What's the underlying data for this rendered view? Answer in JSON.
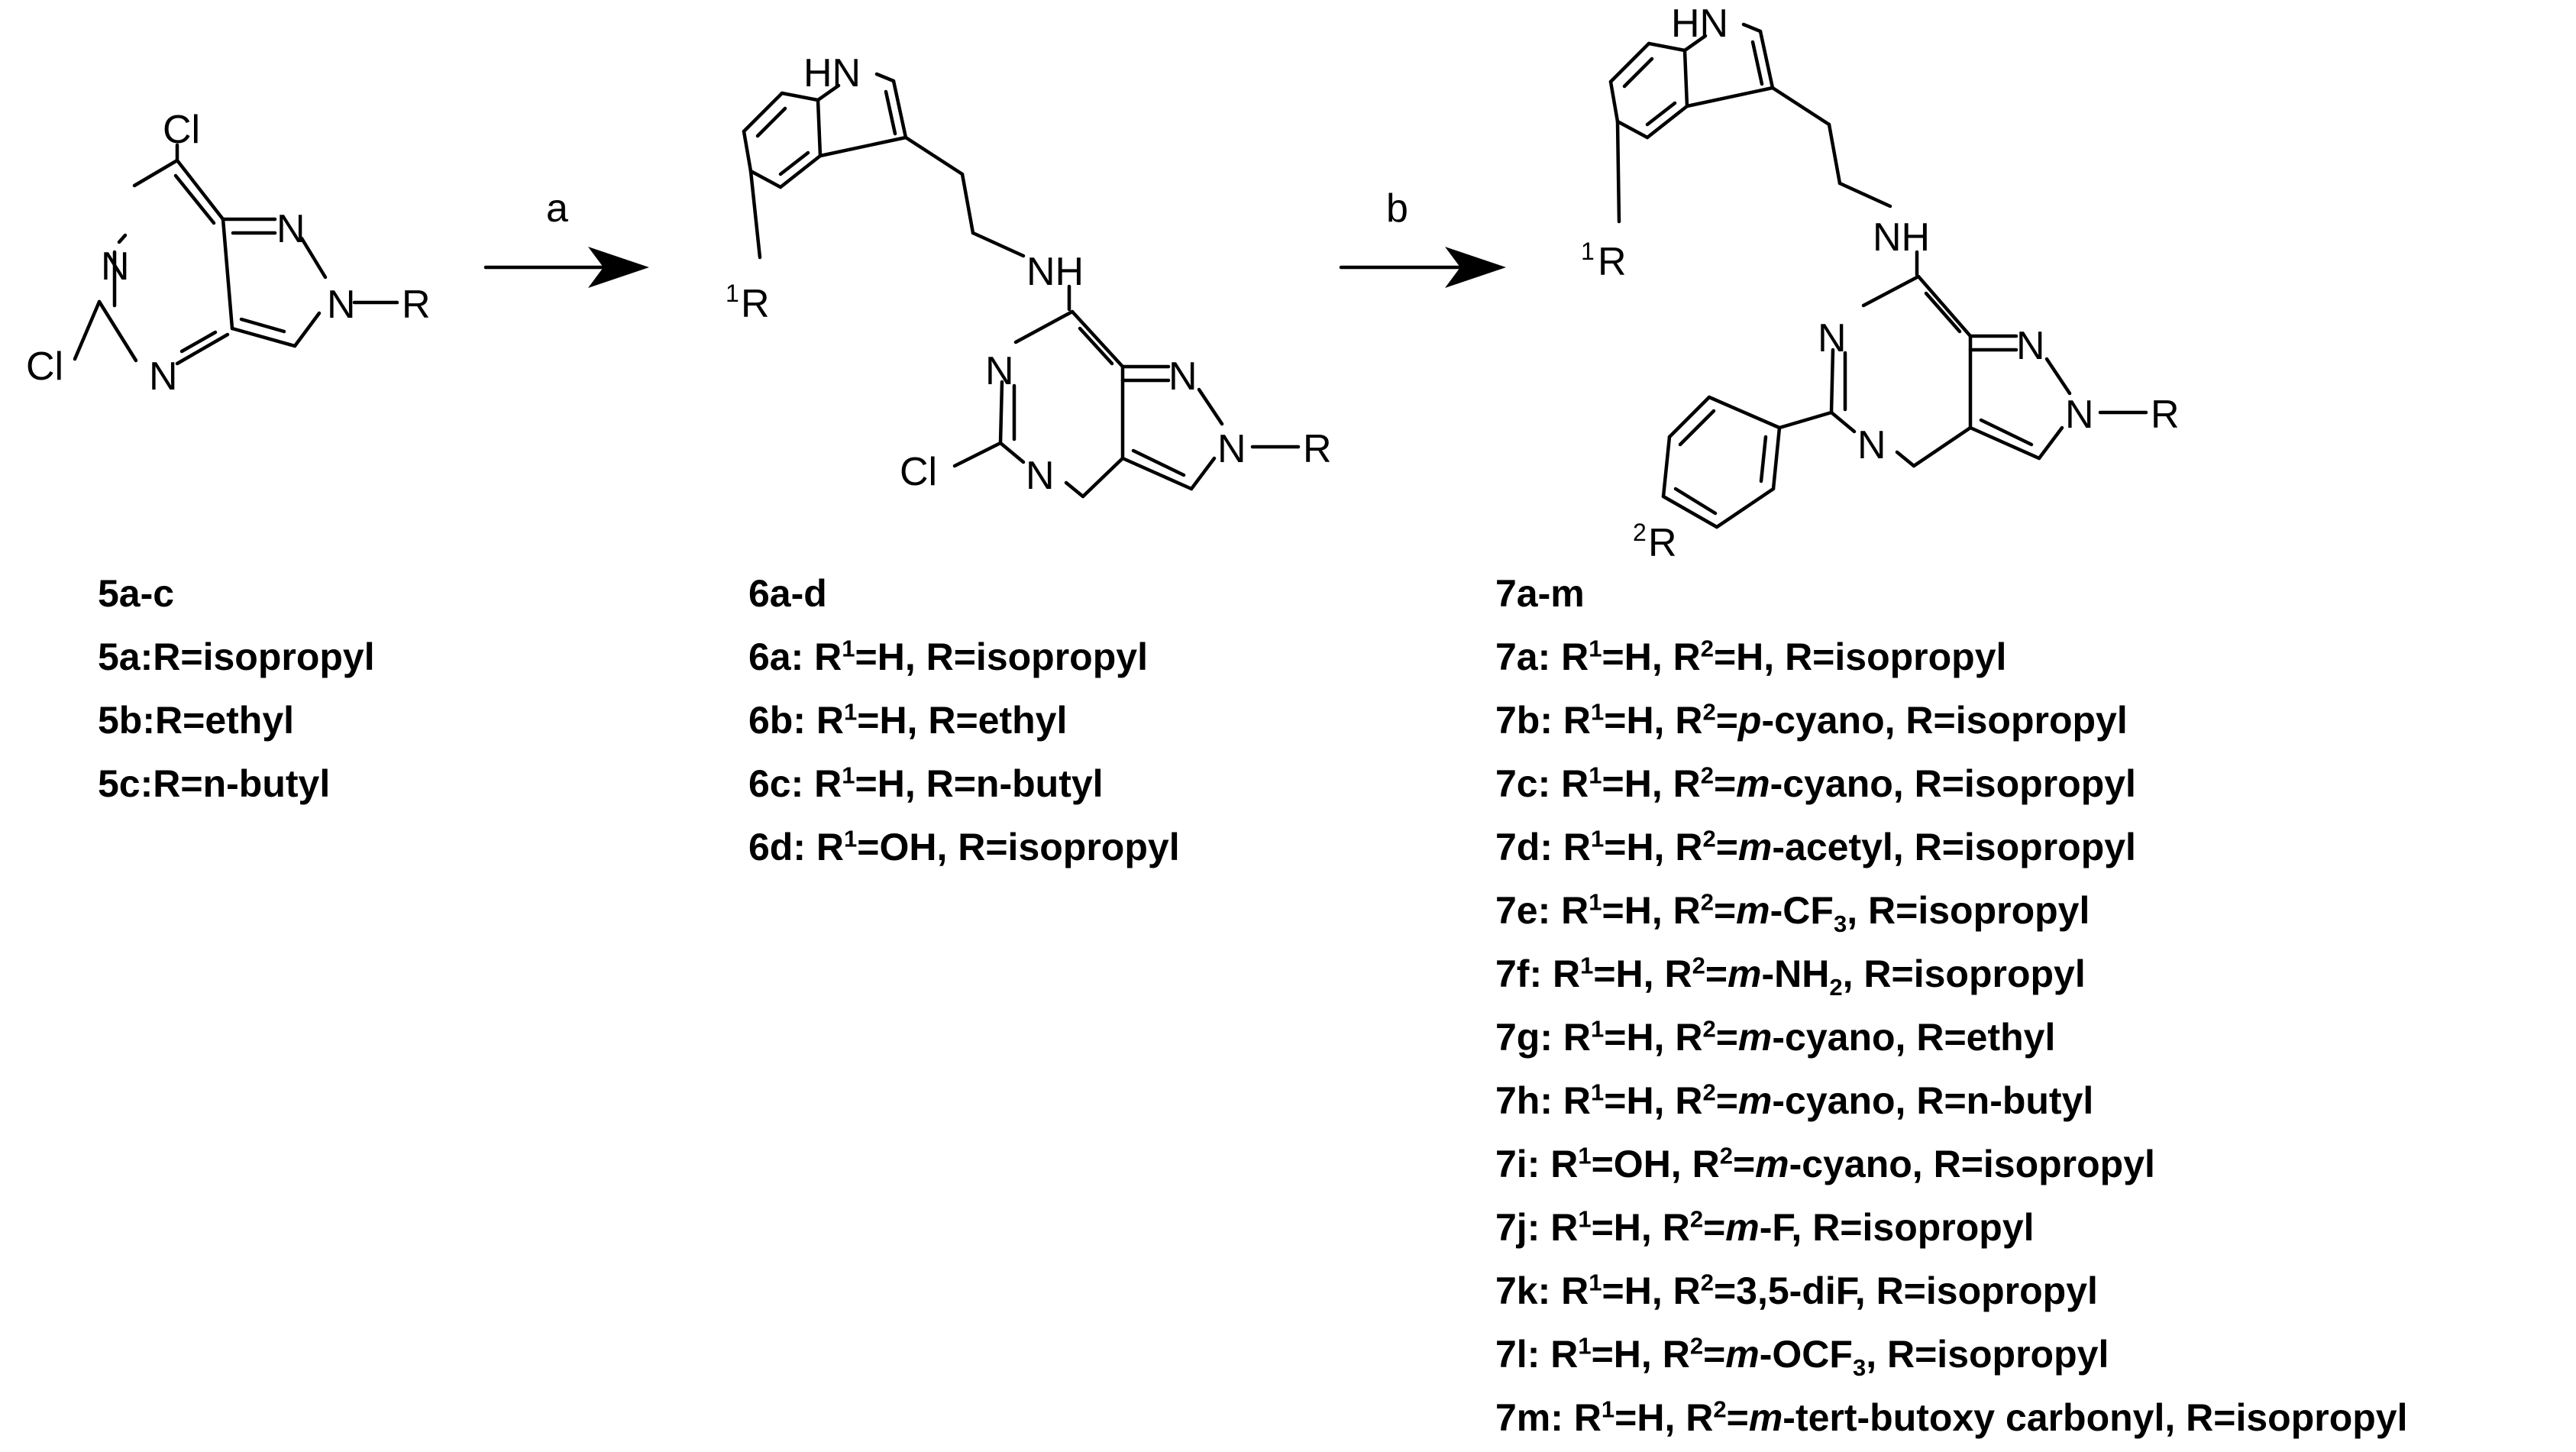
{
  "reagents": {
    "step_a": "a",
    "step_b": "b"
  },
  "atoms": {
    "cl": "Cl",
    "n": "N",
    "nh": "NH",
    "hn": "HN",
    "r": "R",
    "r1_sup": "1",
    "r2_sup": "2"
  },
  "compound5": {
    "header": "5a-c",
    "items": [
      {
        "id": "5a",
        "rest": ":R=isopropyl"
      },
      {
        "id": "5b",
        "rest": ":R=ethyl"
      },
      {
        "id": "5c",
        "rest": ":R=n-butyl"
      }
    ]
  },
  "compound6": {
    "header": "6a-d",
    "items": [
      {
        "id": "6a:",
        "r1": "=H,",
        "r": "R=isopropyl"
      },
      {
        "id": "6b:",
        "r1": "=H,",
        "r": "R=ethyl"
      },
      {
        "id": "6c:",
        "r1": "=H,",
        "r": "R=n-butyl"
      },
      {
        "id": "6d:",
        "r1": "=OH,",
        "r": "R=isopropyl"
      }
    ]
  },
  "compound7": {
    "header": "7a-m",
    "items": [
      {
        "id": "7a:",
        "r1": "=H,",
        "r2_pre": "=",
        "r2_it": "",
        "r2_post": "H,",
        "r2_sub": "",
        "r2_after": "",
        "r": "R=isopropyl"
      },
      {
        "id": "7b:",
        "r1": "=H,",
        "r2_pre": "=",
        "r2_it": "p",
        "r2_post": "-cyano,",
        "r2_sub": "",
        "r2_after": "",
        "r": "R=isopropyl"
      },
      {
        "id": "7c:",
        "r1": "=H,",
        "r2_pre": "=",
        "r2_it": "m",
        "r2_post": "-cyano,",
        "r2_sub": "",
        "r2_after": "",
        "r": "R=isopropyl"
      },
      {
        "id": "7d:",
        "r1": "=H,",
        "r2_pre": "=",
        "r2_it": "m",
        "r2_post": "-acetyl,",
        "r2_sub": "",
        "r2_after": "",
        "r": "R=isopropyl"
      },
      {
        "id": "7e:",
        "r1": "=H,",
        "r2_pre": "=",
        "r2_it": "m",
        "r2_post": "-CF",
        "r2_sub": "3",
        "r2_after": ",",
        "r": "R=isopropyl"
      },
      {
        "id": "7f:",
        "r1": "=H,",
        "r2_pre": "=",
        "r2_it": "m",
        "r2_post": "-NH",
        "r2_sub": "2",
        "r2_after": ",",
        "r": "R=isopropyl"
      },
      {
        "id": "7g:",
        "r1": "=H,",
        "r2_pre": "=",
        "r2_it": "m",
        "r2_post": "-cyano,",
        "r2_sub": "",
        "r2_after": "",
        "r": "R=ethyl"
      },
      {
        "id": "7h:",
        "r1": "=H,",
        "r2_pre": "=",
        "r2_it": "m",
        "r2_post": "-cyano,",
        "r2_sub": "",
        "r2_after": "",
        "r": "R=n-butyl"
      },
      {
        "id": "7i:",
        "r1": "=OH,",
        "r2_pre": "=",
        "r2_it": "m",
        "r2_post": "-cyano,",
        "r2_sub": "",
        "r2_after": "",
        "r": "R=isopropyl"
      },
      {
        "id": "7j:",
        "r1": "=H,",
        "r2_pre": "=",
        "r2_it": "m",
        "r2_post": "-F,",
        "r2_sub": "",
        "r2_after": "",
        "r": "R=isopropyl"
      },
      {
        "id": "7k:",
        "r1": "=H,",
        "r2_pre": "=",
        "r2_it": "",
        "r2_post": "3,5-diF,",
        "r2_sub": "",
        "r2_after": "",
        "r": "R=isopropyl"
      },
      {
        "id": "7l:",
        "r1": "=H,",
        "r2_pre": "=",
        "r2_it": "m",
        "r2_post": "-OCF",
        "r2_sub": "3",
        "r2_after": ",",
        "r": "R=isopropyl"
      },
      {
        "id": "7m:",
        "r1": "=H,",
        "r2_pre": "=",
        "r2_it": "m",
        "r2_post": "-tert-butoxy carbonyl,",
        "r2_sub": "",
        "r2_after": "",
        "r": "R=isopropyl"
      }
    ]
  }
}
